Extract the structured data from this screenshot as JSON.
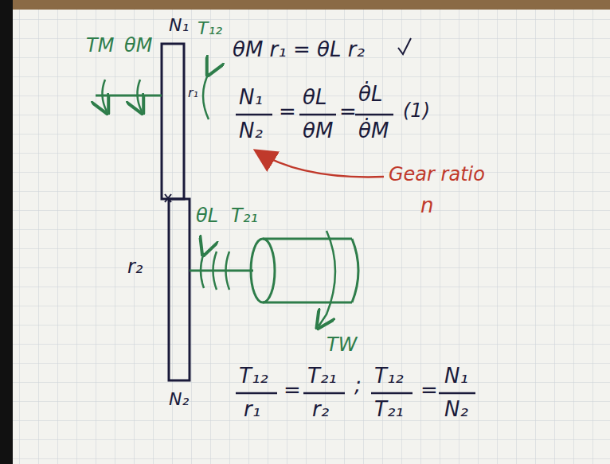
{
  "diagram": {
    "labels": [
      "TM",
      "θM",
      "N₁",
      "T₁₂",
      "r₁",
      "θL",
      "T₂₁",
      "r₂",
      "N₂",
      "TW",
      "θM r₁ = θL r₂",
      "N₁",
      "N₂",
      "=",
      "θL",
      "θM",
      "=",
      "θ̇L",
      "θ̇M",
      "(1)",
      "Gear ratio",
      "n",
      "T₁₂",
      "r₁",
      "=",
      "T₂₁",
      "r₂",
      ";",
      "T₁₂",
      "T₂₁",
      "=",
      "N₁",
      "N₂"
    ]
  }
}
